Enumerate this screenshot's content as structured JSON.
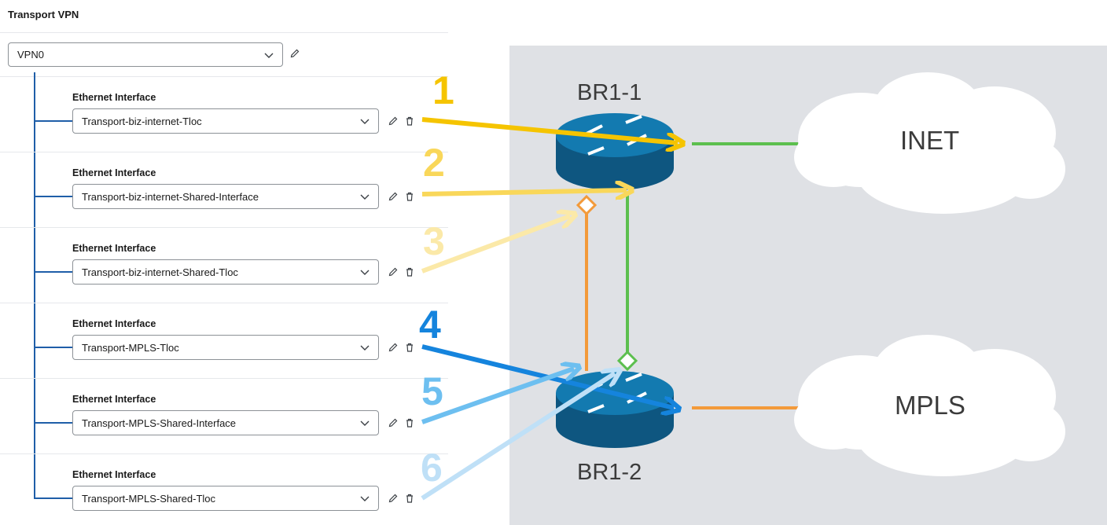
{
  "transport": {
    "title": "Transport VPN",
    "vpn_select": "VPN0"
  },
  "interfaces": [
    {
      "label": "Ethernet Interface",
      "value": "Transport-biz-internet-Tloc"
    },
    {
      "label": "Ethernet Interface",
      "value": "Transport-biz-internet-Shared-Interface"
    },
    {
      "label": "Ethernet Interface",
      "value": "Transport-biz-internet-Shared-Tloc"
    },
    {
      "label": "Ethernet Interface",
      "value": "Transport-MPLS-Tloc"
    },
    {
      "label": "Ethernet Interface",
      "value": "Transport-MPLS-Shared-Interface"
    },
    {
      "label": "Ethernet Interface",
      "value": "Transport-MPLS-Shared-Tloc"
    }
  ],
  "icons": {
    "dropdown": "chevron-down-icon",
    "edit": "pencil-icon",
    "delete": "trash-icon",
    "router": "router-icon",
    "cloud": "cloud-icon"
  },
  "diagram": {
    "routers": {
      "top": "BR1-1",
      "bottom": "BR1-2"
    },
    "clouds": {
      "top": "INET",
      "bottom": "MPLS"
    },
    "numbers": [
      "1",
      "2",
      "3",
      "4",
      "5",
      "6"
    ],
    "colors": {
      "inet_link": "#5cbf4e",
      "mpls_link": "#f39a3a",
      "router": "#0f5e8c",
      "arrow_1": "#f5c400",
      "arrow_2": "#f9d75a",
      "arrow_3": "#fbe9a8",
      "arrow_4": "#1584dd",
      "arrow_5": "#6dbff0",
      "arrow_6": "#bfe0f7"
    }
  }
}
